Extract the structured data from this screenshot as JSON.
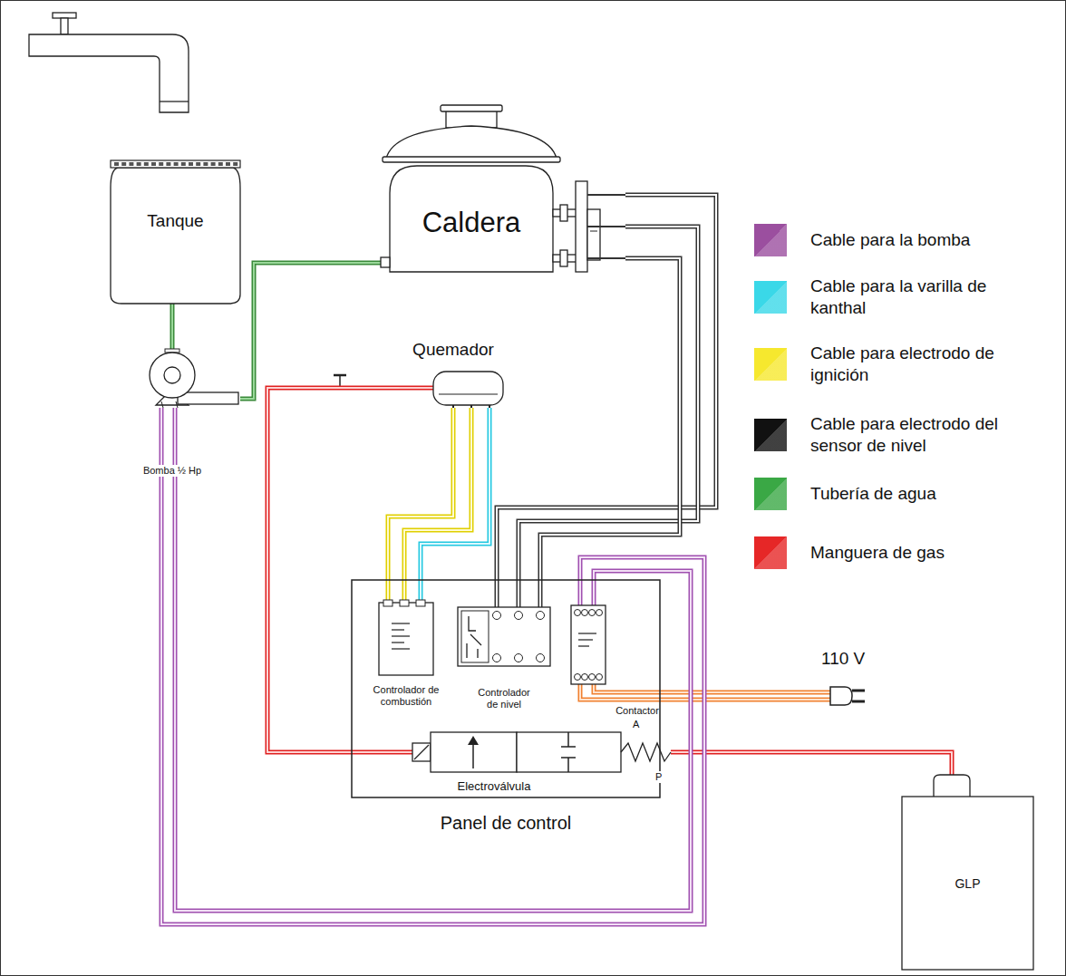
{
  "diagram": {
    "nodes": [
      {
        "text": [
          "Tanque"
        ]
      },
      {
        "text": [
          "Caldera"
        ]
      },
      {
        "text": [
          "Quemador"
        ]
      },
      {
        "text": [
          "Bomba ½ Hp"
        ]
      },
      {
        "text": [
          "Panel de control"
        ]
      },
      {
        "text": [
          "Controlador de combustión"
        ],
        "in": 4
      },
      {
        "text": [
          "Controlador de nivel"
        ],
        "in": 4
      },
      {
        "text": [
          "Contactor"
        ],
        "in": 4
      },
      {
        "text": [
          "Electroválvula"
        ],
        "in": 4
      },
      {
        "text": [
          "GLP"
        ]
      }
    ],
    "edges": [
      {
        "from": 0,
        "to": 3,
        "arrow": "none"
      },
      {
        "from": 3,
        "to": 1,
        "arrow": "none"
      },
      {
        "from": 9,
        "to": 8,
        "arrow": "none"
      },
      {
        "from": 8,
        "to": 2,
        "arrow": "none"
      },
      {
        "from": 5,
        "to": 2,
        "arrow": "none"
      },
      {
        "from": 5,
        "to": 2,
        "arrow": "none"
      },
      {
        "from": 5,
        "to": 2,
        "arrow": "none"
      },
      {
        "from": 6,
        "to": 1,
        "arrow": "none"
      },
      {
        "from": 6,
        "to": 1,
        "arrow": "none"
      },
      {
        "from": 6,
        "to": 1,
        "arrow": "none"
      },
      {
        "from": 7,
        "to": 3,
        "arrow": "none"
      },
      {
        "from": 7,
        "to": 3,
        "arrow": "none"
      }
    ],
    "labels": [
      "A",
      "P",
      "110 V"
    ],
    "legend": [
      {
        "text": "Cable para la bomba",
        "color": "#9b4f9f"
      },
      {
        "text": "Cable para la varilla de kanthal",
        "color": "#3ad8e8"
      },
      {
        "text": "Cable para electrodo de ignición",
        "color": "#f6e82e"
      },
      {
        "text": "Cable para electrodo del sensor de nivel",
        "color": "#111111"
      },
      {
        "text": "Tubería de agua",
        "color": "#3aa845"
      },
      {
        "text": "Manguera de gas",
        "color": "#e62727"
      }
    ]
  }
}
